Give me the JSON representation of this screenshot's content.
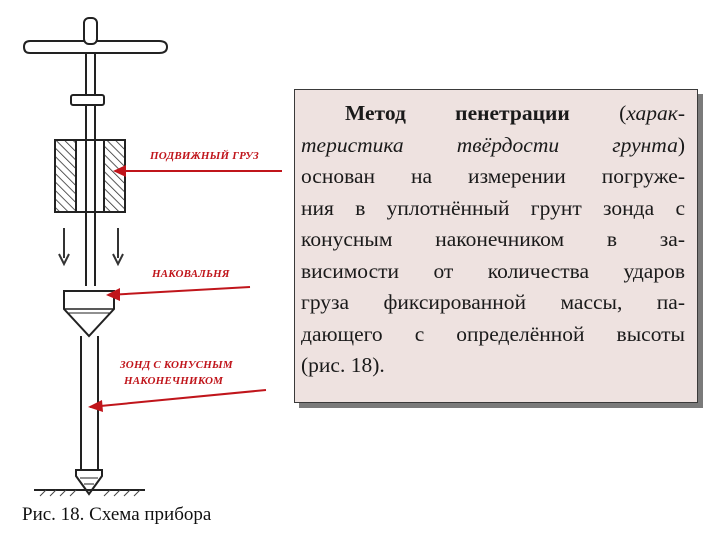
{
  "diagram": {
    "labels": {
      "movable_weight": "ПОДВИЖНЫЙ ГРУЗ",
      "anvil": "НАКОВАЛЬНЯ",
      "probe_line1": "ЗОНД С КОНУСНЫМ",
      "probe_line2": "НАКОНЕЧНИКОМ"
    },
    "caption": "Рис. 18. Схема прибора",
    "label_color": "#c0151b"
  },
  "text_box": {
    "background": "#eee2e0",
    "line1_bold": "Метод пенетрации",
    "line1_rest_open": " (",
    "line1_italic": "харак-",
    "line2_italic": "теристика твёрдости грунта",
    "line2_close": ")",
    "line3": "основан на измерении погруже-",
    "line4": "ния в уплотнённый грунт зонда с",
    "line5": "конусным наконечником в за-",
    "line6": "висимости от количества ударов",
    "line7": "груза фиксированной массы, па-",
    "line8": "дающего с определённой высоты",
    "line9": "(рис. 18)."
  }
}
